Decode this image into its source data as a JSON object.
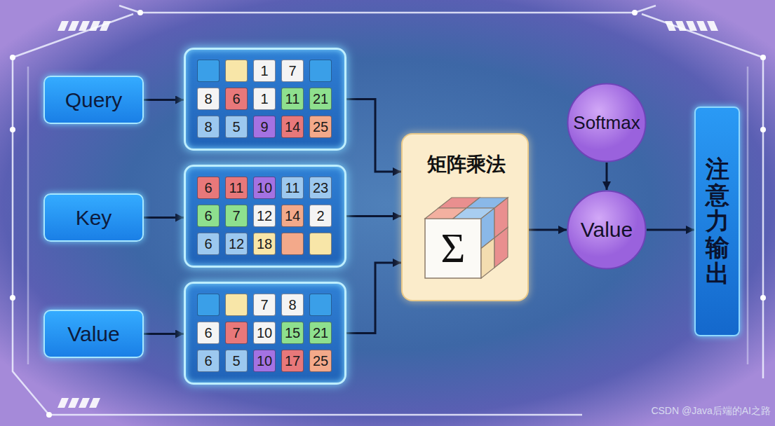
{
  "diagram": {
    "nodes": [
      {
        "text": [
          "Query"
        ]
      },
      {
        "text": [
          "1",
          "7",
          "8",
          "6",
          "1",
          "11",
          "21",
          "8",
          "5",
          "9",
          "14",
          "25"
        ]
      },
      {
        "text": [
          "Key"
        ]
      },
      {
        "text": [
          "6",
          "11",
          "10",
          "11",
          "23",
          "6",
          "7",
          "12",
          "14",
          "2",
          "6",
          "12",
          "18"
        ]
      },
      {
        "text": [
          "Value"
        ]
      },
      {
        "text": [
          "7",
          "8",
          "6",
          "7",
          "10",
          "15",
          "21",
          "6",
          "5",
          "10",
          "17",
          "25"
        ]
      },
      {
        "text": [
          "矩阵乘法",
          "Σ"
        ]
      },
      {
        "text": [
          "Softmax"
        ]
      },
      {
        "text": [
          "Value"
        ]
      },
      {
        "text": [
          "注意力输出"
        ]
      }
    ],
    "edges": [
      {
        "from": 0,
        "to": 1,
        "arrow": "to"
      },
      {
        "from": 1,
        "to": 6,
        "arrow": "to"
      },
      {
        "from": 2,
        "to": 3,
        "arrow": "to"
      },
      {
        "from": 3,
        "to": 6,
        "arrow": "to"
      },
      {
        "from": 4,
        "to": 5,
        "arrow": "to"
      },
      {
        "from": 5,
        "to": 6,
        "arrow": "to"
      },
      {
        "from": 6,
        "to": 8,
        "arrow": "to"
      },
      {
        "from": 7,
        "to": 8,
        "arrow": "to"
      },
      {
        "from": 8,
        "to": 9,
        "arrow": "to"
      }
    ],
    "labels": [
      "CSDN @Java后端的AI之路"
    ]
  }
}
